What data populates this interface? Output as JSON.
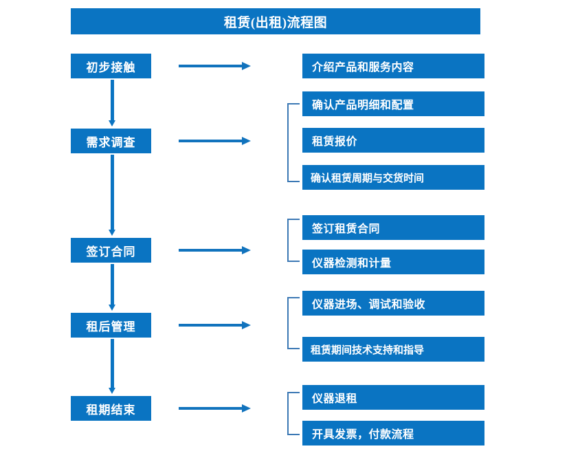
{
  "title": "租赁(出租)流程图",
  "colors": {
    "box_blue": "#0a74c2",
    "arrow_blue": "#1173bd",
    "bracket_blue": "#3b78b4",
    "text_white": "#ffffff",
    "background": "#ffffff"
  },
  "stages": [
    {
      "label": "初步接触"
    },
    {
      "label": "需求调查"
    },
    {
      "label": "签订合同"
    },
    {
      "label": "租后管理"
    },
    {
      "label": "租期结束"
    }
  ],
  "details": {
    "group1": [
      "介绍产品和服务内容"
    ],
    "group2": [
      "确认产品明细和配置",
      "租赁报价",
      "确认租赁周期与交货时间"
    ],
    "group3": [
      "签订租赁合同",
      "仪器检测和计量"
    ],
    "group4": [
      "仪器进场、调试和验收",
      "租赁期间技术支持和指导"
    ],
    "group5": [
      "仪器退租",
      "开具发票，付款流程"
    ]
  }
}
